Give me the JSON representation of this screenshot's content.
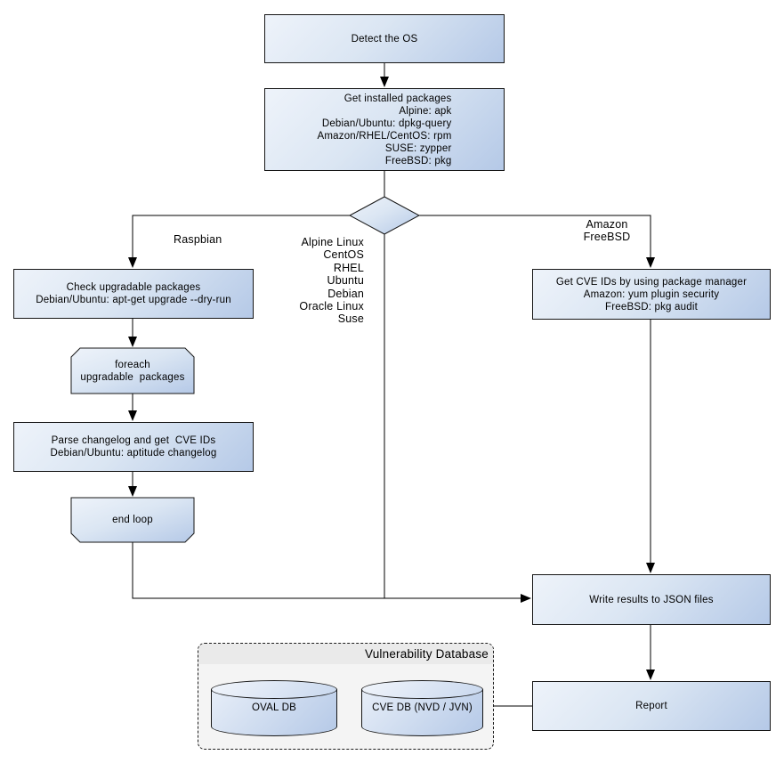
{
  "nodes": {
    "detect_os": "Detect the OS",
    "get_installed_packages": "Get installed packages\nAlpine: apk\nDebian/Ubuntu: dpkg-query\nAmazon/RHEL/CentOS: rpm\nSUSE: zypper\nFreeBSD: pkg",
    "check_upgradable": "Check upgradable packages\nDebian/Ubuntu: apt-get upgrade --dry-run",
    "foreach_loop": "foreach\nupgradable  packages",
    "parse_changelog": "Parse changelog and get  CVE IDs\nDebian/Ubuntu: aptitude changelog",
    "end_loop": "end loop",
    "get_cve_ids_pkg_manager": "Get CVE IDs by using package manager\nAmazon: yum plugin security\nFreeBSD: pkg audit",
    "write_results": "Write results to JSON files",
    "report": "Report"
  },
  "edge_labels": {
    "left_branch": "Raspbian",
    "middle_branch": "Alpine Linux\nCentOS\nRHEL\nUbuntu\nDebian\nOracle Linux\nSuse",
    "right_branch": "Amazon\nFreeBSD"
  },
  "database": {
    "title": "Vulnerability Database",
    "oval_db": "OVAL DB",
    "cve_db": "CVE DB (NVD / JVN)"
  },
  "colors": {
    "node_fill_light": "#eef3fa",
    "node_fill_dark": "#b5c9e7",
    "node_border": "#161616",
    "connector": "#000000",
    "panel_fill": "#f4f4f4",
    "panel_header_fill": "#eaeaea",
    "text": "#000000",
    "background": "#ffffff"
  }
}
